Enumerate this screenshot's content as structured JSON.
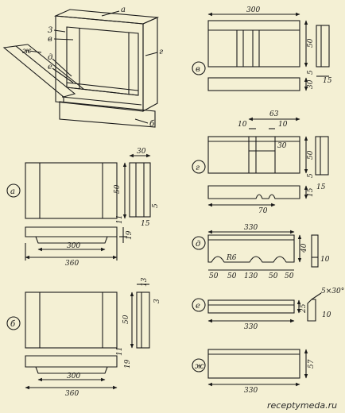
{
  "labels": {
    "a": "а",
    "b": "б",
    "v": "в",
    "g": "г",
    "d": "д",
    "e": "е",
    "zh": "ж",
    "n3": "3"
  },
  "dims": {
    "a_30": "30",
    "a_50": "50",
    "a_5": "5",
    "a_15": "15",
    "a_11": "11",
    "a_19": "19",
    "a_300": "300",
    "a_360": "360",
    "b_13": "13",
    "b_3": "3",
    "b_50": "50",
    "b_11": "11",
    "b_19": "19",
    "b_300": "300",
    "b_360": "360",
    "v_300": "300",
    "v_50": "50",
    "v_5": "5",
    "v_15": "15",
    "v_30": "30",
    "g_63": "63",
    "g_10a": "10",
    "g_10b": "10",
    "g_30": "30",
    "g_50": "50",
    "g_5": "5",
    "g_15a": "15",
    "g_15b": "15",
    "g_70": "70",
    "d_330": "330",
    "d_40": "40",
    "d_10": "10",
    "d_r6": "R6",
    "d_50a": "50",
    "d_50b": "50",
    "d_130": "130",
    "d_50c": "50",
    "d_50d": "50",
    "e_25": "25",
    "e_330": "330",
    "e_10": "10",
    "e_chamfer": "5×30°",
    "zh_57": "57",
    "zh_330": "330"
  },
  "watermark": "receptymeda.ru"
}
